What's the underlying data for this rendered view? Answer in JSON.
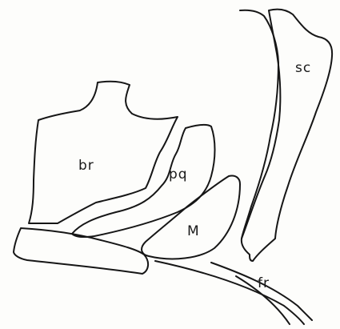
{
  "diagram": {
    "labels": {
      "br": "br",
      "pq": "pq",
      "M": "M",
      "sc": "sc",
      "fr": "fr"
    },
    "stroke_color": "#161616",
    "background_color": "#fdfdfb"
  }
}
